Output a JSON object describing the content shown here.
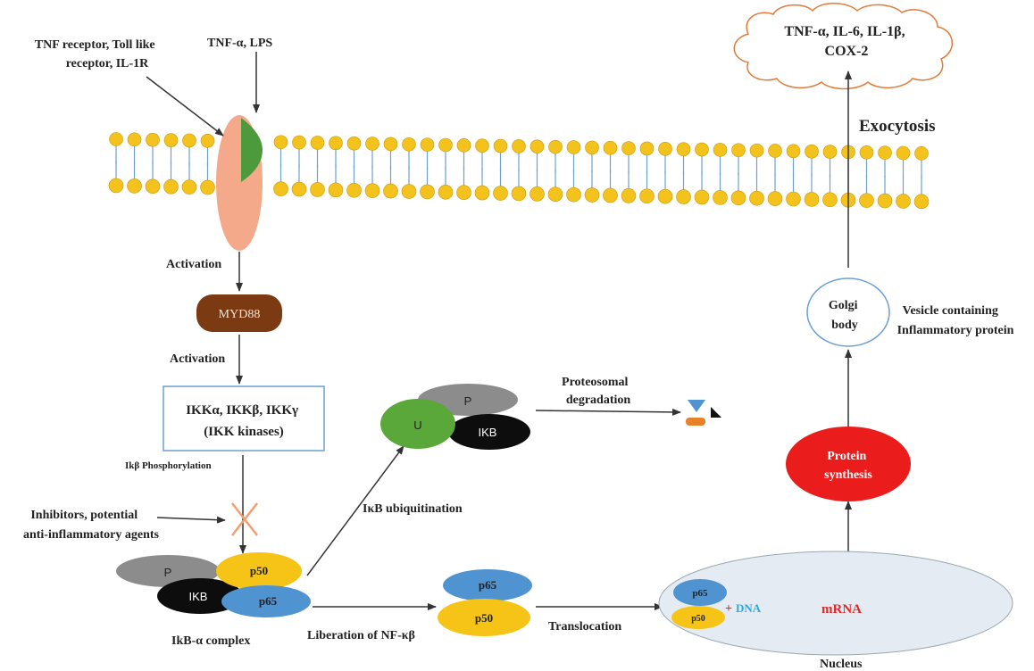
{
  "labels": {
    "receptors": [
      "TNF receptor, Toll like",
      "receptor, IL-1R"
    ],
    "ligands": "TNF-α, LPS",
    "cytokines": [
      "TNF-α, IL-6, IL-1β,",
      "COX-2"
    ],
    "exocytosis": "Exocytosis",
    "activation1": "Activation",
    "myd88": "MYD88",
    "activation2": "Activation",
    "ikk": [
      "IKKα, IKKβ, IKKγ",
      "(IKK kinases)"
    ],
    "ikb_phos": "Ikβ Phosphorylation",
    "inhibitors": [
      "Inhibitors, potential",
      "anti-inflammatory agents"
    ],
    "proteosomal": [
      "Proteosomal",
      "degradation"
    ],
    "ubiquitination": "IκB ubiquitination",
    "golgi": [
      "Golgi",
      "body"
    ],
    "vesicle": [
      "Vesicle containing",
      "Inflammatory protein"
    ],
    "protein_synthesis": [
      "Protein",
      "synthesis"
    ],
    "ikb_complex": "IkB-α complex",
    "liberation": "Liberation of NF-κβ",
    "translocation": "Translocation",
    "nucleus": "Nucleus",
    "plus": "+",
    "dna": "DNA",
    "mrna": "mRNA",
    "p": "P",
    "u": "U",
    "ikb": "IKB",
    "p50": "p50",
    "p65": "p65"
  },
  "colors": {
    "lipid_head": "#f3c21d",
    "lipid_tail": "#6fa0cf",
    "receptor": "#f4a98a",
    "tlr_green": "#4c9a3c",
    "myd88": "#7b3a12",
    "p_gray": "#8c8c8c",
    "ikb_black": "#0d0d0d",
    "p50_yellow": "#f6c417",
    "p65_blue": "#4f93d0",
    "u_green": "#5aa83a",
    "protein_red": "#ea1c1c",
    "nucleus_fill": "#e4ebf2",
    "inhibitor_x": "#f0a070",
    "mrna_red": "#e02a2a",
    "dna_blue": "#2fa8e0",
    "cloud_stroke": "#e07b39"
  }
}
